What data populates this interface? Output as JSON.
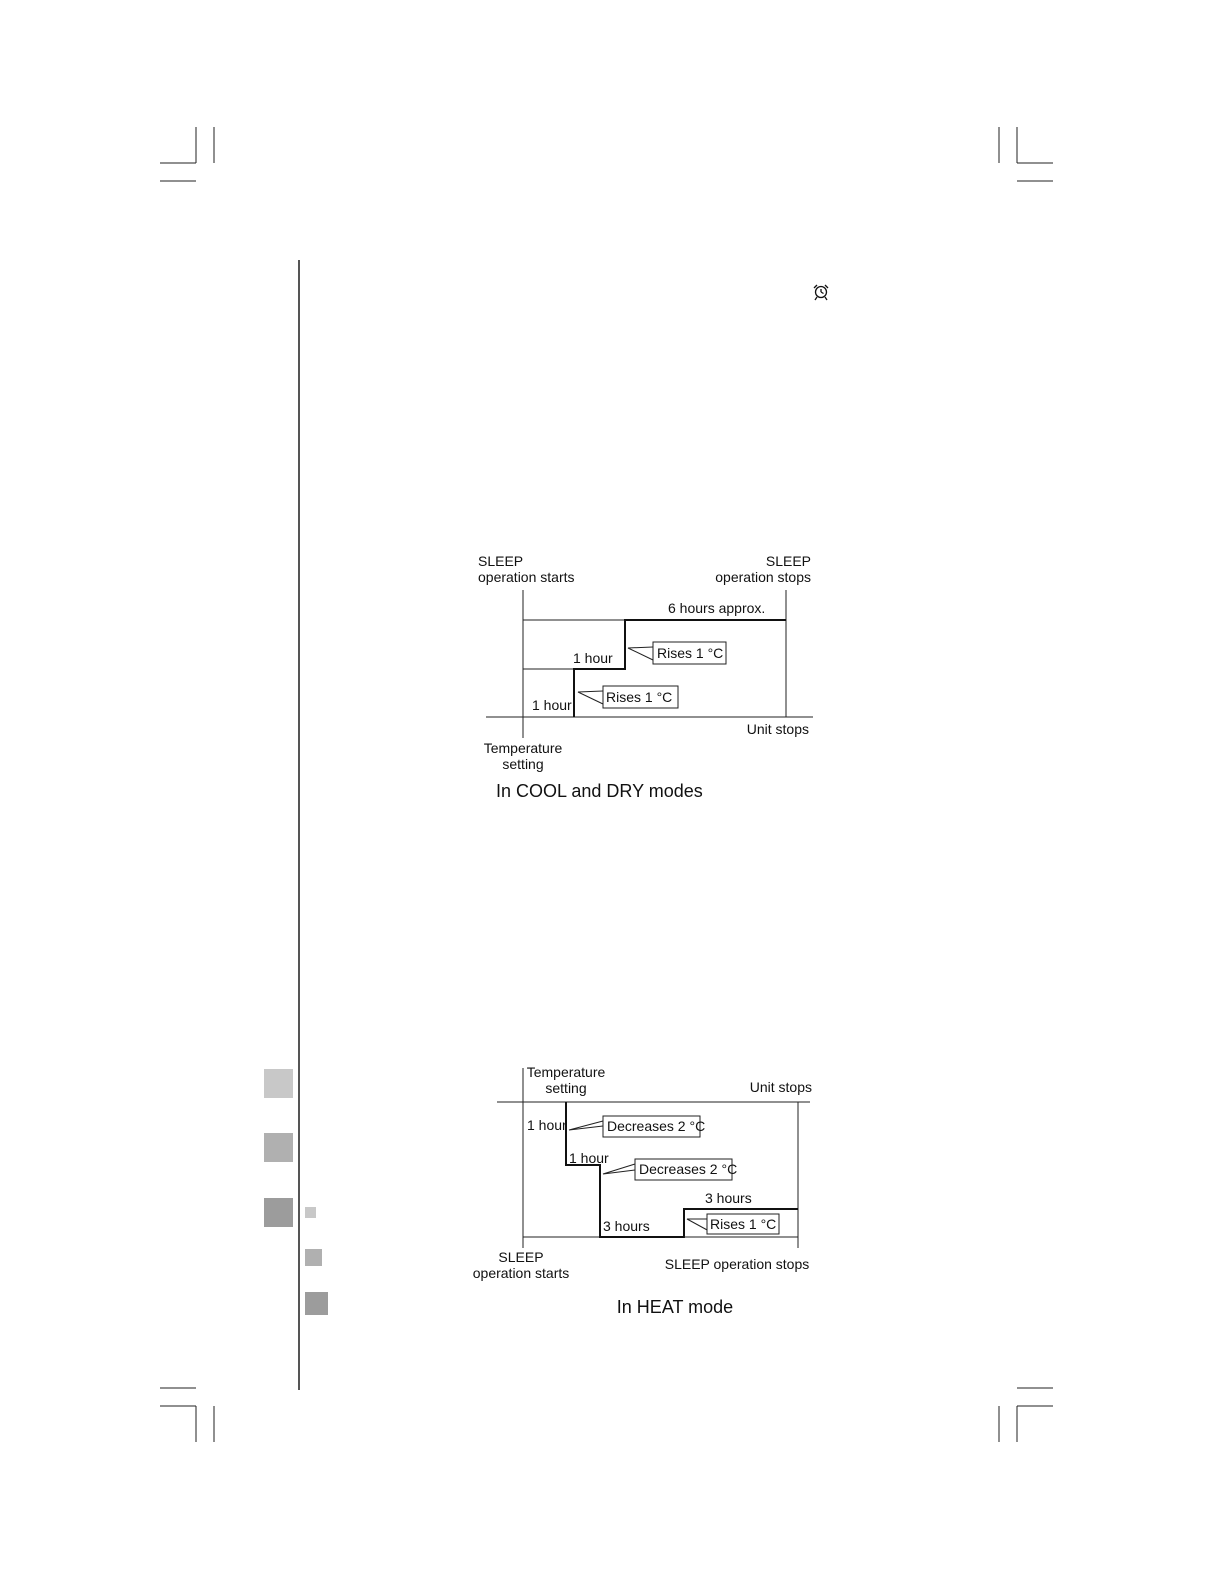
{
  "page": {
    "swatch_colors": [
      "#c8c8c8",
      "#b0b0b0",
      "#9c9c9c"
    ]
  },
  "icons": {
    "alarm": "alarm-clock-icon"
  },
  "cool_diagram": {
    "start_label_1": "SLEEP",
    "start_label_2": "operation starts",
    "stop_label_1": "SLEEP",
    "stop_label_2": "operation stops",
    "duration_label": "6 hours approx.",
    "step1_label": "1 hour",
    "step2_label": "1 hour",
    "callout_upper": "Rises 1 °C",
    "callout_lower": "Rises 1 °C",
    "unit_stops": "Unit stops",
    "temp_setting_1": "Temperature",
    "temp_setting_2": "setting",
    "caption": "In COOL and DRY modes"
  },
  "heat_diagram": {
    "temp_setting_1": "Temperature",
    "temp_setting_2": "setting",
    "unit_stops": "Unit stops",
    "step1_label": "1 hour",
    "step2_label": "1 hour",
    "callout_1": "Decreases 2 °C",
    "callout_2": "Decreases 2 °C",
    "hold_label": "3 hours",
    "final_label": "3 hours",
    "callout_3": "Rises 1 °C",
    "start_label_1": "SLEEP",
    "start_label_2": "operation starts",
    "stop_label": "SLEEP operation stops",
    "caption": "In HEAT mode"
  }
}
